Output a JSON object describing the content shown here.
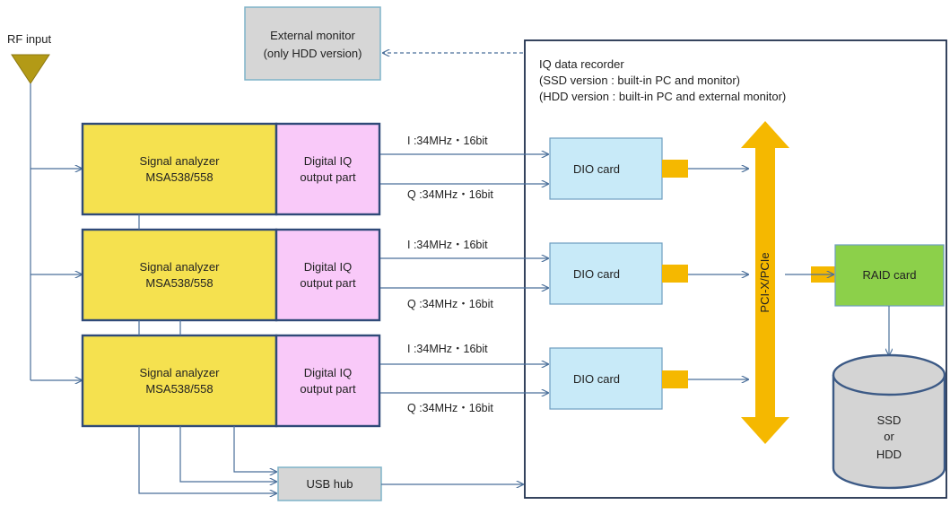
{
  "rf_input": {
    "label": "RF input"
  },
  "external_monitor": {
    "line1": "External monitor",
    "line2": "(only HDD version)"
  },
  "recorder": {
    "title": "IQ data recorder",
    "line2": "(SSD version : built-in PC and monitor)",
    "line3": "(HDD version : built-in PC and external monitor)"
  },
  "analyzers": [
    {
      "name": "Signal analyzer",
      "model": "MSA538/558",
      "iq_line1": "Digital IQ",
      "iq_line2": "output part",
      "i_label": "I :34MHz・16bit",
      "q_label": "Q :34MHz・16bit",
      "dio_label": "DIO card"
    },
    {
      "name": "Signal analyzer",
      "model": "MSA538/558",
      "iq_line1": "Digital IQ",
      "iq_line2": "output part",
      "i_label": "I :34MHz・16bit",
      "q_label": "Q :34MHz・16bit",
      "dio_label": "DIO card"
    },
    {
      "name": "Signal analyzer",
      "model": "MSA538/558",
      "iq_line1": "Digital IQ",
      "iq_line2": "output part",
      "i_label": "I :34MHz・16bit",
      "q_label": "Q :34MHz・16bit",
      "dio_label": "DIO card"
    }
  ],
  "bus": {
    "label": "PCI-X/PCIe"
  },
  "raid": {
    "label": "RAID card"
  },
  "storage": {
    "line1": "SSD",
    "line2": "or",
    "line3": "HDD"
  },
  "usb_hub": {
    "label": "USB hub"
  },
  "colors": {
    "analyzer_fill": "#f5e14f",
    "analyzer_border": "#2f4a78",
    "iq_fill": "#f9c9f9",
    "dio_fill": "#c8eaf8",
    "connector": "#f5b800",
    "bus": "#f5b800",
    "raid_fill": "#8cd04a",
    "storage_fill": "#d4d4d4",
    "box_border": "#6d8ab4",
    "arrow": "#4a6f9a",
    "antenna": "#b39a16"
  }
}
